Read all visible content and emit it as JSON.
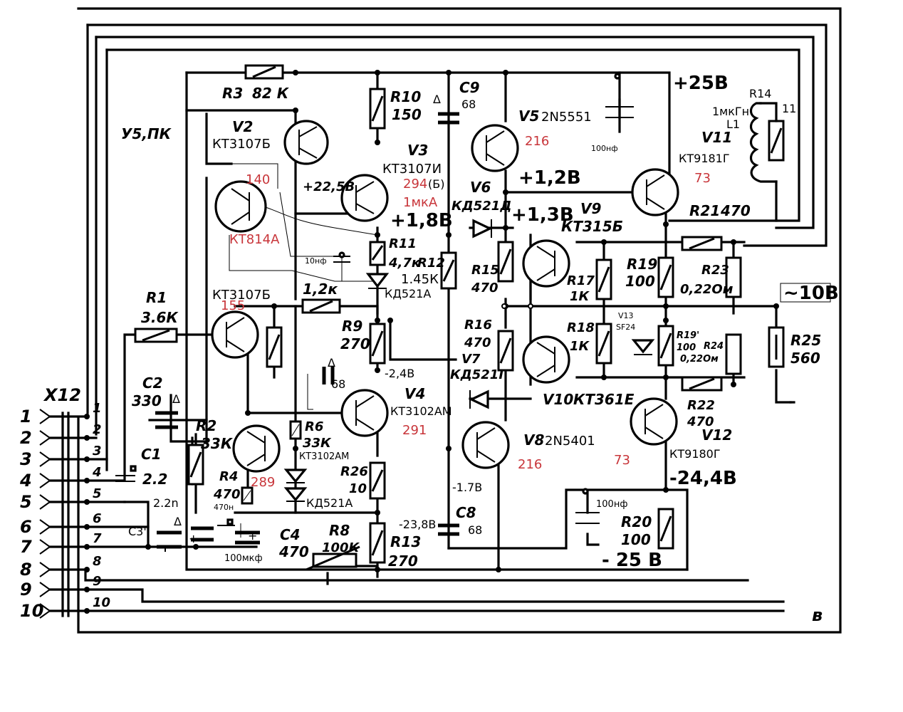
{
  "connector": {
    "name": "X12",
    "pins": [
      "1",
      "2",
      "3",
      "4",
      "5",
      "6",
      "7",
      "8",
      "9",
      "10"
    ],
    "lines": [
      "1",
      "2",
      "3",
      "4",
      "5",
      "6",
      "7",
      "8",
      "9",
      "10"
    ]
  },
  "board": {
    "name": "У5,ПК",
    "corner": "в"
  },
  "rails": {
    "pos": "+25В",
    "neg": "- 25 В",
    "ac": "~10В",
    "neg_out": "-24,4В"
  },
  "resistors": [
    {
      "ref": "R3",
      "val": "82 К"
    },
    {
      "ref": "R10",
      "val": "150"
    },
    {
      "ref": "R11",
      "val": "4,7к"
    },
    {
      "ref": "R12",
      "val": "1.45К"
    },
    {
      "ref": "R15",
      "val": "470"
    },
    {
      "ref": "R16",
      "val": "470"
    },
    {
      "ref": "R17",
      "val": "1К"
    },
    {
      "ref": "R18",
      "val": "1К"
    },
    {
      "ref": "R19",
      "val": "100"
    },
    {
      "ref": "R19'",
      "val": "100"
    },
    {
      "ref": "R21",
      "val": "470"
    },
    {
      "ref": "R22",
      "val": "470"
    },
    {
      "ref": "R23",
      "val": "0,22Ом"
    },
    {
      "ref": "R24",
      "val": "0,22Ом"
    },
    {
      "ref": "R25",
      "val": "560"
    },
    {
      "ref": "R1",
      "val": "3.6К"
    },
    {
      "ref": "R2",
      "val": "33К"
    },
    {
      "ref": "R4",
      "val": "470"
    },
    {
      "ref": "R6",
      "val": "33К"
    },
    {
      "ref": "R8",
      "val": "100К"
    },
    {
      "ref": "R9",
      "val": "270"
    },
    {
      "ref": "R13",
      "val": "270"
    },
    {
      "ref": "R20",
      "val": "100"
    },
    {
      "ref": "R26",
      "val": "10"
    },
    {
      "ref": "R14",
      "val": "11"
    },
    {
      "ref": "",
      "val": "1,2к"
    }
  ],
  "capacitors": [
    {
      "ref": "C9",
      "val": "68"
    },
    {
      "ref": "C8",
      "val": "68"
    },
    {
      "ref": "C2",
      "val": "330"
    },
    {
      "ref": "C1",
      "val": "2.2"
    },
    {
      "ref": "C3'",
      "val": "2.2n"
    },
    {
      "ref": "C4",
      "val": "470"
    },
    {
      "ref": "",
      "val": "68"
    },
    {
      "ref": "",
      "val": "100нф"
    },
    {
      "ref": "",
      "val": "100нф"
    },
    {
      "ref": "",
      "val": "10нф"
    },
    {
      "ref": "",
      "val": "470н"
    },
    {
      "ref": "",
      "val": "100мкф"
    }
  ],
  "transistors": [
    {
      "ref": "V2",
      "type": "КТ3107Б"
    },
    {
      "ref": "V3",
      "type": "КТ3107И",
      "suffix": "(Б)"
    },
    {
      "ref": "V5",
      "type": "2N5551"
    },
    {
      "ref": "V11",
      "type": "КТ9181Г"
    },
    {
      "ref": "V9",
      "type": "КТ315Б"
    },
    {
      "ref": "V10",
      "type": "КТ361Е"
    },
    {
      "ref": "V4",
      "type": "КТ3102АМ"
    },
    {
      "ref": "V8",
      "type": "2N5401"
    },
    {
      "ref": "V12",
      "type": "КТ9180Г"
    },
    {
      "ref": "",
      "type": "КТ814А"
    },
    {
      "ref": "",
      "type": "КТ3107Б"
    },
    {
      "ref": "",
      "type": "КТ3102АМ"
    }
  ],
  "diodes": [
    {
      "ref": "V6",
      "type": "КД521Д"
    },
    {
      "ref": "V7",
      "type": "КД521Г"
    },
    {
      "ref": "",
      "type": "КД521А"
    },
    {
      "ref": "",
      "type": "КД521А"
    },
    {
      "ref": "V13",
      "type": "SF24"
    }
  ],
  "inductor": {
    "ref": "L1",
    "val": "1мкГн"
  },
  "voltages": [
    "+22,5В",
    "+1,8В",
    "+1,2В",
    "+1,3В",
    "-2,4В",
    "-1.7В",
    "-23,8В"
  ],
  "annotations_red": [
    "140",
    "294",
    "1мкА",
    "216",
    "73",
    "155",
    "289",
    "291",
    "216",
    "73"
  ],
  "colors": {
    "wire": "#000000",
    "annotation": "#c8353a",
    "background": "#ffffff"
  }
}
